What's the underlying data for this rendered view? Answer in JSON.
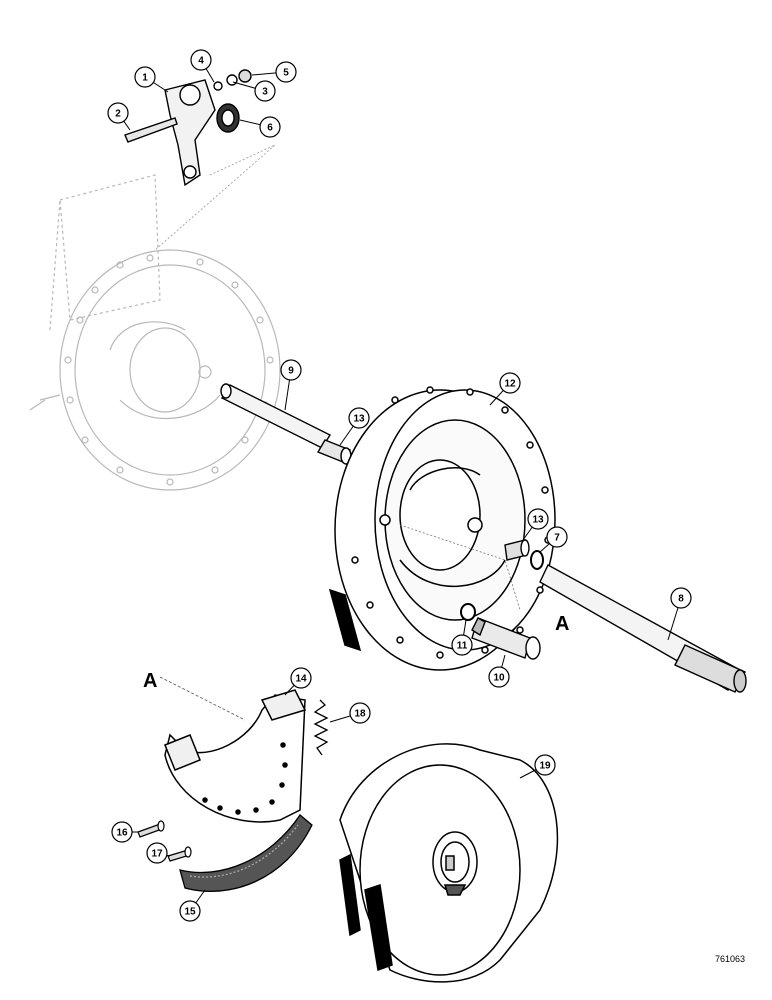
{
  "figure_id": "761063",
  "section_marks": [
    "A",
    "A"
  ],
  "callouts": [
    "1",
    "2",
    "3",
    "4",
    "5",
    "6",
    "7",
    "8",
    "9",
    "10",
    "11",
    "12",
    "13",
    "13",
    "14",
    "15",
    "16",
    "17",
    "18",
    "19"
  ]
}
